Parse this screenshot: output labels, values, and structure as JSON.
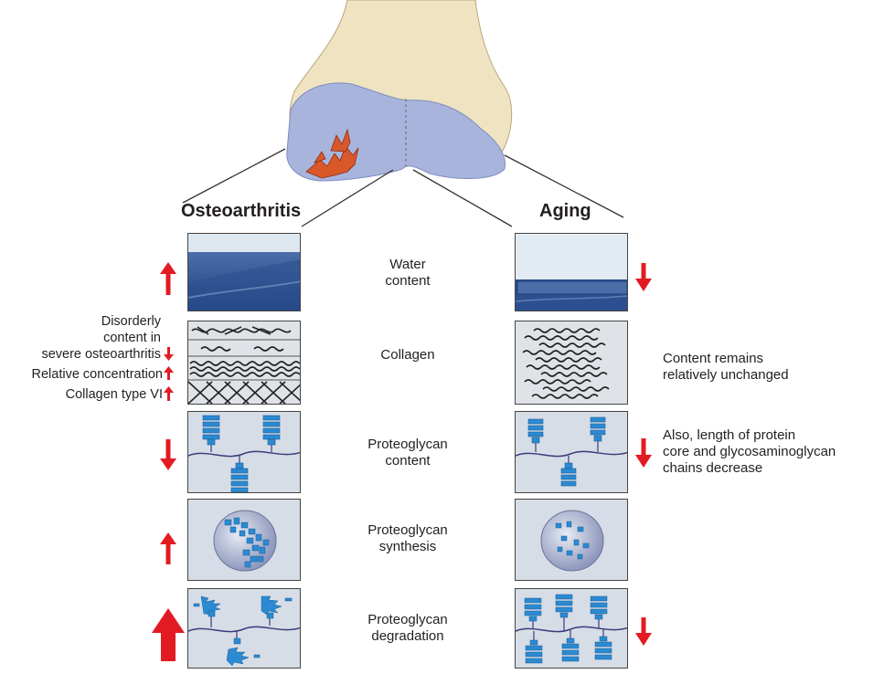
{
  "columns": {
    "left_heading": "Osteoarthritis",
    "right_heading": "Aging"
  },
  "rows": [
    {
      "label_line1": "Water",
      "label_line2": "content",
      "oa_change": "up",
      "aging_change": "down"
    },
    {
      "label_line1": "Collagen",
      "label_line2": "",
      "oa_change": "mixed",
      "aging_change": "none"
    },
    {
      "label_line1": "Proteoglycan",
      "label_line2": "content",
      "oa_change": "down",
      "aging_change": "down"
    },
    {
      "label_line1": "Proteoglycan",
      "label_line2": "synthesis",
      "oa_change": "up",
      "aging_change": "none"
    },
    {
      "label_line1": "Proteoglycan",
      "label_line2": "degradation",
      "oa_change": "up-large",
      "aging_change": "down"
    }
  ],
  "oa_collagen_notes": {
    "line1": "Disorderly",
    "line2": "content in",
    "line3": "severe osteoarthritis",
    "line4": "Relative concentration",
    "line5": "Collagen type VI"
  },
  "aging_notes": {
    "collagen_line1": "Content remains",
    "collagen_line2": "relatively unchanged",
    "proteoglycan_line1": "Also, length of protein",
    "proteoglycan_line2": "core and glycosaminoglycan",
    "proteoglycan_line3": "chains decrease"
  },
  "colors": {
    "arrow_red": "#e21b23",
    "bone": "#efe3c2",
    "cartilage": "#a9b4dd",
    "lesion": "#d9582a",
    "water_dark": "#2b4f8f",
    "proteoglycan_blue": "#2b8ad1",
    "panel_bg": "#d6dde6"
  }
}
